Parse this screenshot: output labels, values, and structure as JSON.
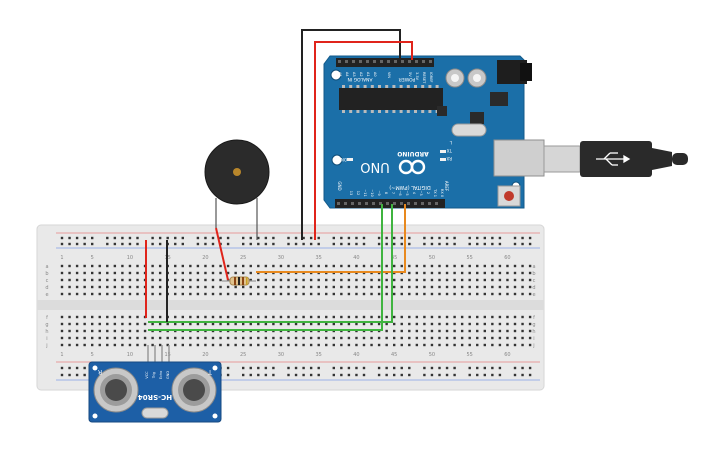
{
  "arduino": {
    "uno_label": "UNO",
    "brand_label": "ARDUINO",
    "digital_label": "DIGITAL (PWM~)",
    "analog_label": "ANALOG IN",
    "power_label": "POWER",
    "aref_label": "AREF",
    "gnd_label": "GND",
    "on_label": "ON",
    "tx_label": "TX",
    "rx_label": "RX",
    "l_label": "L",
    "ioref_label": "IOREF",
    "reset_label": "RESET",
    "v33_label": "3.3V",
    "v5_label": "5V",
    "vin_label": "VIN",
    "analog_pins": [
      "A0",
      "A1",
      "A2",
      "A3",
      "A4",
      "A5"
    ],
    "digital_pins": [
      "13",
      "12",
      "~11",
      "~10",
      "~9",
      "8",
      "7",
      "~6",
      "~5",
      "4",
      "~3",
      "2",
      "TX 1",
      "RX 0"
    ]
  },
  "breadboard": {
    "column_numbers": [
      "1",
      "5",
      "10",
      "15",
      "20",
      "25",
      "30",
      "35",
      "40",
      "45",
      "50",
      "55",
      "60"
    ],
    "row_letters_top": [
      "a",
      "b",
      "c",
      "d",
      "e"
    ],
    "row_letters_bottom": [
      "f",
      "g",
      "h",
      "i",
      "j"
    ]
  },
  "sensor": {
    "model": "HC-SR04",
    "left_label": "R",
    "right_label": "T",
    "pins": [
      "VCC",
      "Trig",
      "Echo",
      "GND"
    ]
  },
  "colors": {
    "board_blue": "#1b6fa8",
    "breadboard": "#e8e8e8",
    "wire_red": "#e0241b",
    "wire_black": "#222222",
    "wire_green": "#3fb43f",
    "wire_orange": "#e8891e",
    "buzzer": "#2b2b2b",
    "sensor_blue": "#1d5fa6"
  }
}
